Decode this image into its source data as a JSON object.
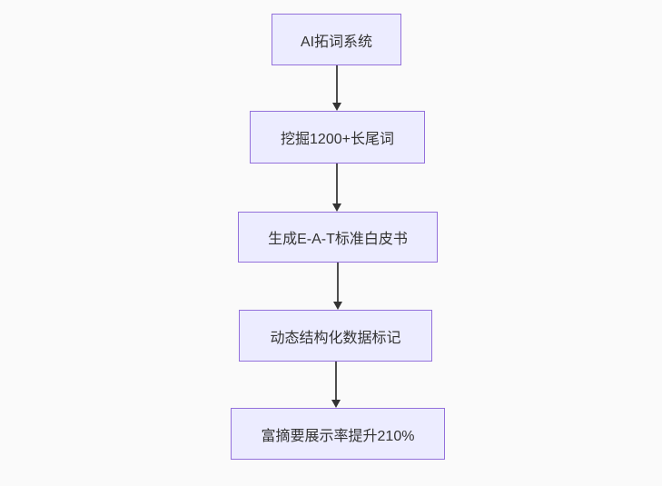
{
  "diagram": {
    "type": "flowchart",
    "direction": "top-down",
    "colors": {
      "background": "#fafafa",
      "node_fill": "#ececff",
      "node_border": "#9370db",
      "edge_line": "#4d4d4d",
      "arrow_head": "#333333",
      "text": "#333333"
    },
    "nodes": [
      {
        "label": "AI拓词系统"
      },
      {
        "label": "挖掘1200+长尾词"
      },
      {
        "label": "生成E-A-T标准白皮书"
      },
      {
        "label": "动态结构化数据标记"
      },
      {
        "label": "富摘要展示率提升210%"
      }
    ],
    "edges": [
      {
        "from": "AI拓词系统",
        "to": "挖掘1200+长尾词"
      },
      {
        "from": "挖掘1200+长尾词",
        "to": "生成E-A-T标准白皮书"
      },
      {
        "from": "生成E-A-T标准白皮书",
        "to": "动态结构化数据标记"
      },
      {
        "from": "动态结构化数据标记",
        "to": "富摘要展示率提升210%"
      }
    ]
  }
}
